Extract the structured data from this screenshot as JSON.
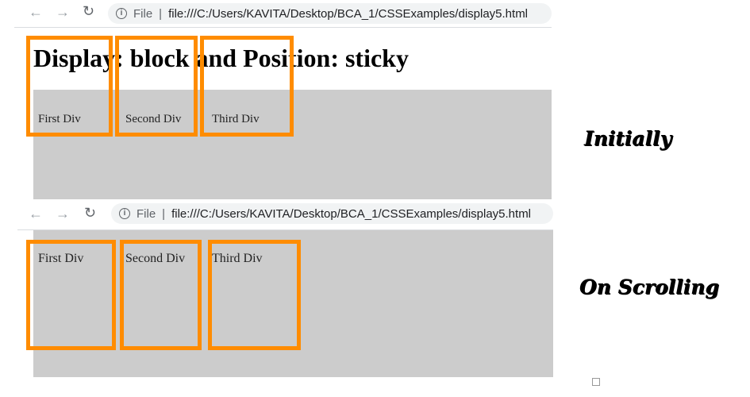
{
  "screens": [
    {
      "address": {
        "file_label": "File",
        "separator": "|",
        "url": "file:///C:/Users/KAVITA/Desktop/BCA_1/CSSExamples/display5.html"
      },
      "heading": "Display: block and Position: sticky",
      "boxes": [
        "First Div",
        "Second Div",
        "Third Div"
      ]
    },
    {
      "address": {
        "file_label": "File",
        "separator": "|",
        "url": "file:///C:/Users/KAVITA/Desktop/BCA_1/CSSExamples/display5.html"
      },
      "boxes": [
        "First Div",
        "Second Div",
        "Third Div"
      ]
    }
  ],
  "captions": {
    "initially": "Initially",
    "on_scrolling": "On Scrolling"
  },
  "icons": {
    "back": "←",
    "forward": "→",
    "reload": "↻",
    "info": "i"
  },
  "colors": {
    "box_border": "#ff8c00",
    "container_bg": "#cccccc"
  }
}
